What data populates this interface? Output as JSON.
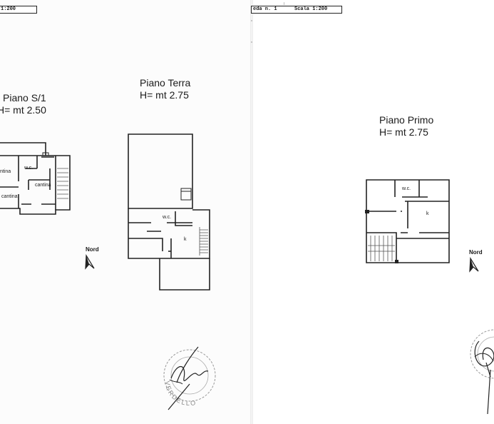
{
  "left_sheet": {
    "scale_label": "1:200",
    "floor_basement": {
      "name": "Piano S/1",
      "height": "H= mt 2.50"
    },
    "floor_ground": {
      "name": "Piano Terra",
      "height": "H= mt 2.75"
    },
    "rooms_basement": {
      "cantina_a": "ntina",
      "wc": "w.c.",
      "cantina_b": "cantina",
      "cantina_c": "cantina"
    },
    "rooms_ground": {
      "wc": "w.c.",
      "kitchen": "k"
    },
    "north_label": "Nord"
  },
  "right_sheet": {
    "sheet_number": "eda n. 1",
    "scale_label": "Scala 1:200",
    "floor_first": {
      "name": "Piano Primo",
      "height": "H= mt 2.75"
    },
    "rooms_first": {
      "wc": "w.c.",
      "kitchen": "k"
    },
    "north_label": "Nord"
  },
  "stamp_text": "VERDELLO"
}
